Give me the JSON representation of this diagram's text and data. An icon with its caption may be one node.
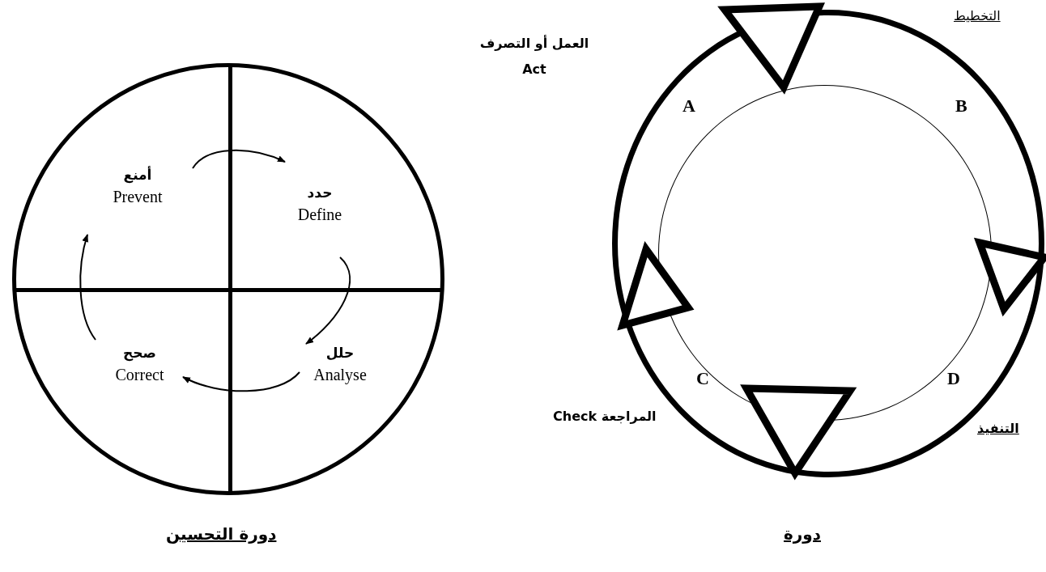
{
  "diagram": {
    "nodes": [
      {
        "text": [],
        "shape": "circle"
      },
      {
        "text": [
          "أمنع",
          "Prevent"
        ],
        "in": 0
      },
      {
        "text": [
          "حدد",
          "Define"
        ],
        "in": 0
      },
      {
        "text": [
          "حلل",
          "Analyse"
        ],
        "in": 0
      },
      {
        "text": [
          "صحح",
          "Correct"
        ],
        "in": 0
      },
      {
        "text": [],
        "shape": "circle"
      },
      {
        "text": [],
        "shape": "circle",
        "in": 5
      }
    ],
    "edges": [
      {
        "from": 1,
        "to": 2,
        "arrow": "to"
      },
      {
        "from": 2,
        "to": 3,
        "arrow": "to"
      },
      {
        "from": 3,
        "to": 4,
        "arrow": "to"
      },
      {
        "from": 4,
        "to": 1,
        "arrow": "to"
      }
    ],
    "labels": [
      "التخطيط",
      "العمل أو التصرف Act",
      "A",
      "B",
      "C",
      "D",
      "المراجعة Check",
      "التنفيذ",
      "دورة  التحسين",
      "دورة"
    ]
  }
}
